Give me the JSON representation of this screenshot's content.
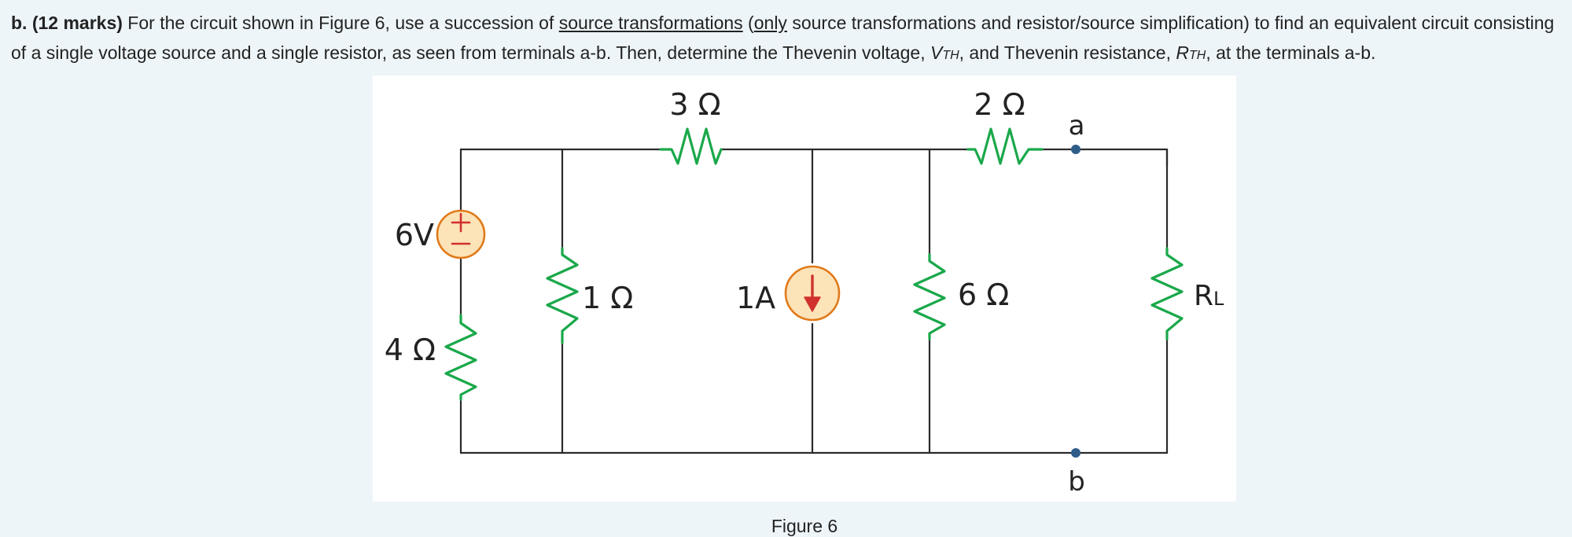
{
  "question": {
    "label": "b.",
    "marks": "(12 marks)",
    "text_1": " For the circuit shown in Figure 6, use a succession of ",
    "underlined_1": "source transformations",
    "text_2": " (",
    "underlined_2": "only",
    "text_3": " source transformations and resistor/source simplification) to find an equivalent circuit consisting of a single voltage source and a single resistor, as seen from terminals a-b. Then, determine the Thevenin voltage, ",
    "vth_main": "V",
    "vth_sub": "TH",
    "text_4": ", and Thevenin resistance, ",
    "rth_main": "R",
    "rth_sub": "TH",
    "text_5": ", at the terminals a-b."
  },
  "circuit": {
    "r_top_left": "3 Ω",
    "r_top_right": "2 Ω",
    "v_source": "6V",
    "v_source_plus": "+",
    "v_source_minus": "−",
    "r_series_source": "4 Ω",
    "r_shunt_1": "1 Ω",
    "i_source": "1A",
    "r_shunt_6": "6 Ω",
    "load_main": "R",
    "load_sub": "L",
    "terminal_a": "a",
    "terminal_b": "b",
    "colors": {
      "wire": "#2b2b2b",
      "resistor": "#1aa84a",
      "source_fill": "#fde3b8",
      "source_stroke": "#e07a1a",
      "source_symbol": "#d0312d",
      "terminal_dot": "#2f5d8a"
    }
  },
  "figure": {
    "caption": "Figure 6"
  }
}
